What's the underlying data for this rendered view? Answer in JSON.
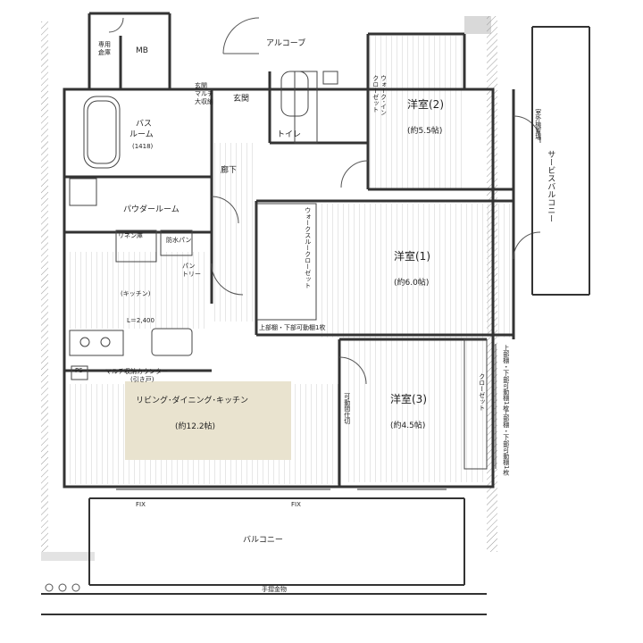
{
  "rooms": {
    "yoshitsu2": {
      "name": "洋室(2)",
      "size": "(約5.5帖)"
    },
    "yoshitsu1": {
      "name": "洋室(1)",
      "size": "(約6.0帖)"
    },
    "yoshitsu3": {
      "name": "洋室(3)",
      "size": "(約4.5帖)"
    },
    "ldk": {
      "name": "リビング･ダイニング･キッチン",
      "size": "(約12.2帖)"
    },
    "bath": {
      "line1": "バス",
      "line2": "ルーム",
      "size": "(1418)"
    },
    "powder": "パウダールーム",
    "kitchen": "(キッチン)",
    "corridor": "廊下",
    "entrance": "玄関",
    "toilet": "トイレ",
    "alcove": "アルコーブ",
    "balcony": "バルコニー",
    "service_balcony": "サービスバルコニー",
    "mb": "MB",
    "storage_exclusive": "専用\n倉庫",
    "multi_storage": "玄関\nマルチ\n大収納"
  },
  "closets": {
    "wic_top": "ウォーク･イン\nクローゼット",
    "wtc": "ウォークスルークローゼット",
    "closet3": "クローゼット",
    "pantry": "パン\nトリー",
    "linen": "リネン庫",
    "bousui_pan": "防水パン"
  },
  "notes": {
    "counter": "マルチ収納カウンター",
    "counter_sub": "(引き戸)",
    "kitchen_dim": "L＝2,400",
    "fix_left": "FIX",
    "fix_right": "FIX",
    "partition": "可動間仕切",
    "shelf_wtc": "上部棚・下部可動棚1枚",
    "shelf_c3a": "上部棚・下部可動棚1枚",
    "shelf_c3b": "上部棚・下部可動棚1枚",
    "ps": "PS",
    "handrail": "手摺金物",
    "indoor_unit": "室外機置場"
  },
  "colors": {
    "wall": "#333333",
    "hatch": "#bfbfbf",
    "ldk_highlight": "#e9e3cf",
    "room_fill": "#ffffff"
  }
}
